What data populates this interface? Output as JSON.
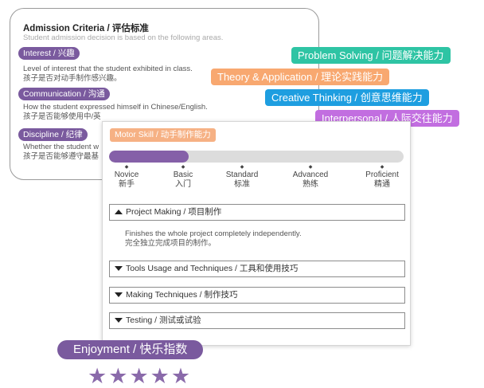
{
  "criteria": {
    "title": "Admission Criteria / 评估标准",
    "subtitle": "Student admission decision is based on the following areas.",
    "items": [
      {
        "label": "Interest / 兴趣",
        "desc_en": "Level of interest that the student exhibited in class.",
        "desc_zh": "孩子是否对动手制作感兴趣。"
      },
      {
        "label": "Communication / 沟通",
        "desc_en": "How the student expressed himself in Chinese/English.",
        "desc_zh": "孩子是否能够使用中/英"
      },
      {
        "label": "Discipline / 纪律",
        "desc_en": "Whether the student w",
        "desc_zh": "孩子是否能够遵守最基"
      }
    ]
  },
  "tags": [
    {
      "label": "Problem Solving / 问题解决能力",
      "color": "#2ec4a4"
    },
    {
      "label": "Theory & Application / 理论实践能力",
      "color": "#f8a870"
    },
    {
      "label": "Creative Thinking / 创意思维能力",
      "color": "#1e9ee0"
    },
    {
      "label": "Interpersonal / 人际交往能力",
      "color": "#c26ee0"
    }
  ],
  "skill": {
    "label": "Motor Skill / 动手制作能力",
    "progress_fraction": 0.27,
    "levels": [
      {
        "en": "Novice",
        "zh": "新手"
      },
      {
        "en": "Basic",
        "zh": "入门"
      },
      {
        "en": "Standard",
        "zh": "标准"
      },
      {
        "en": "Advanced",
        "zh": "熟练"
      },
      {
        "en": "Proficient",
        "zh": "精通"
      }
    ],
    "sections": [
      {
        "label": "Project Making / 项目制作",
        "expanded": true,
        "body_en": "Finishes the whole project completely independently.",
        "body_zh": "完全独立完成项目的制作。"
      },
      {
        "label": "Tools Usage and Techniques / 工具和使用技巧",
        "expanded": false
      },
      {
        "label": "Making Techniques / 制作技巧",
        "expanded": false
      },
      {
        "label": "Testing / 测试或试验",
        "expanded": false
      }
    ]
  },
  "enjoyment": {
    "label": "Enjoyment / 快乐指数",
    "rating": 5,
    "max": 5,
    "star_color": "#8a6aaa"
  },
  "colors": {
    "accent_purple": "#7a5a9e",
    "skill_orange": "#f6b184"
  }
}
